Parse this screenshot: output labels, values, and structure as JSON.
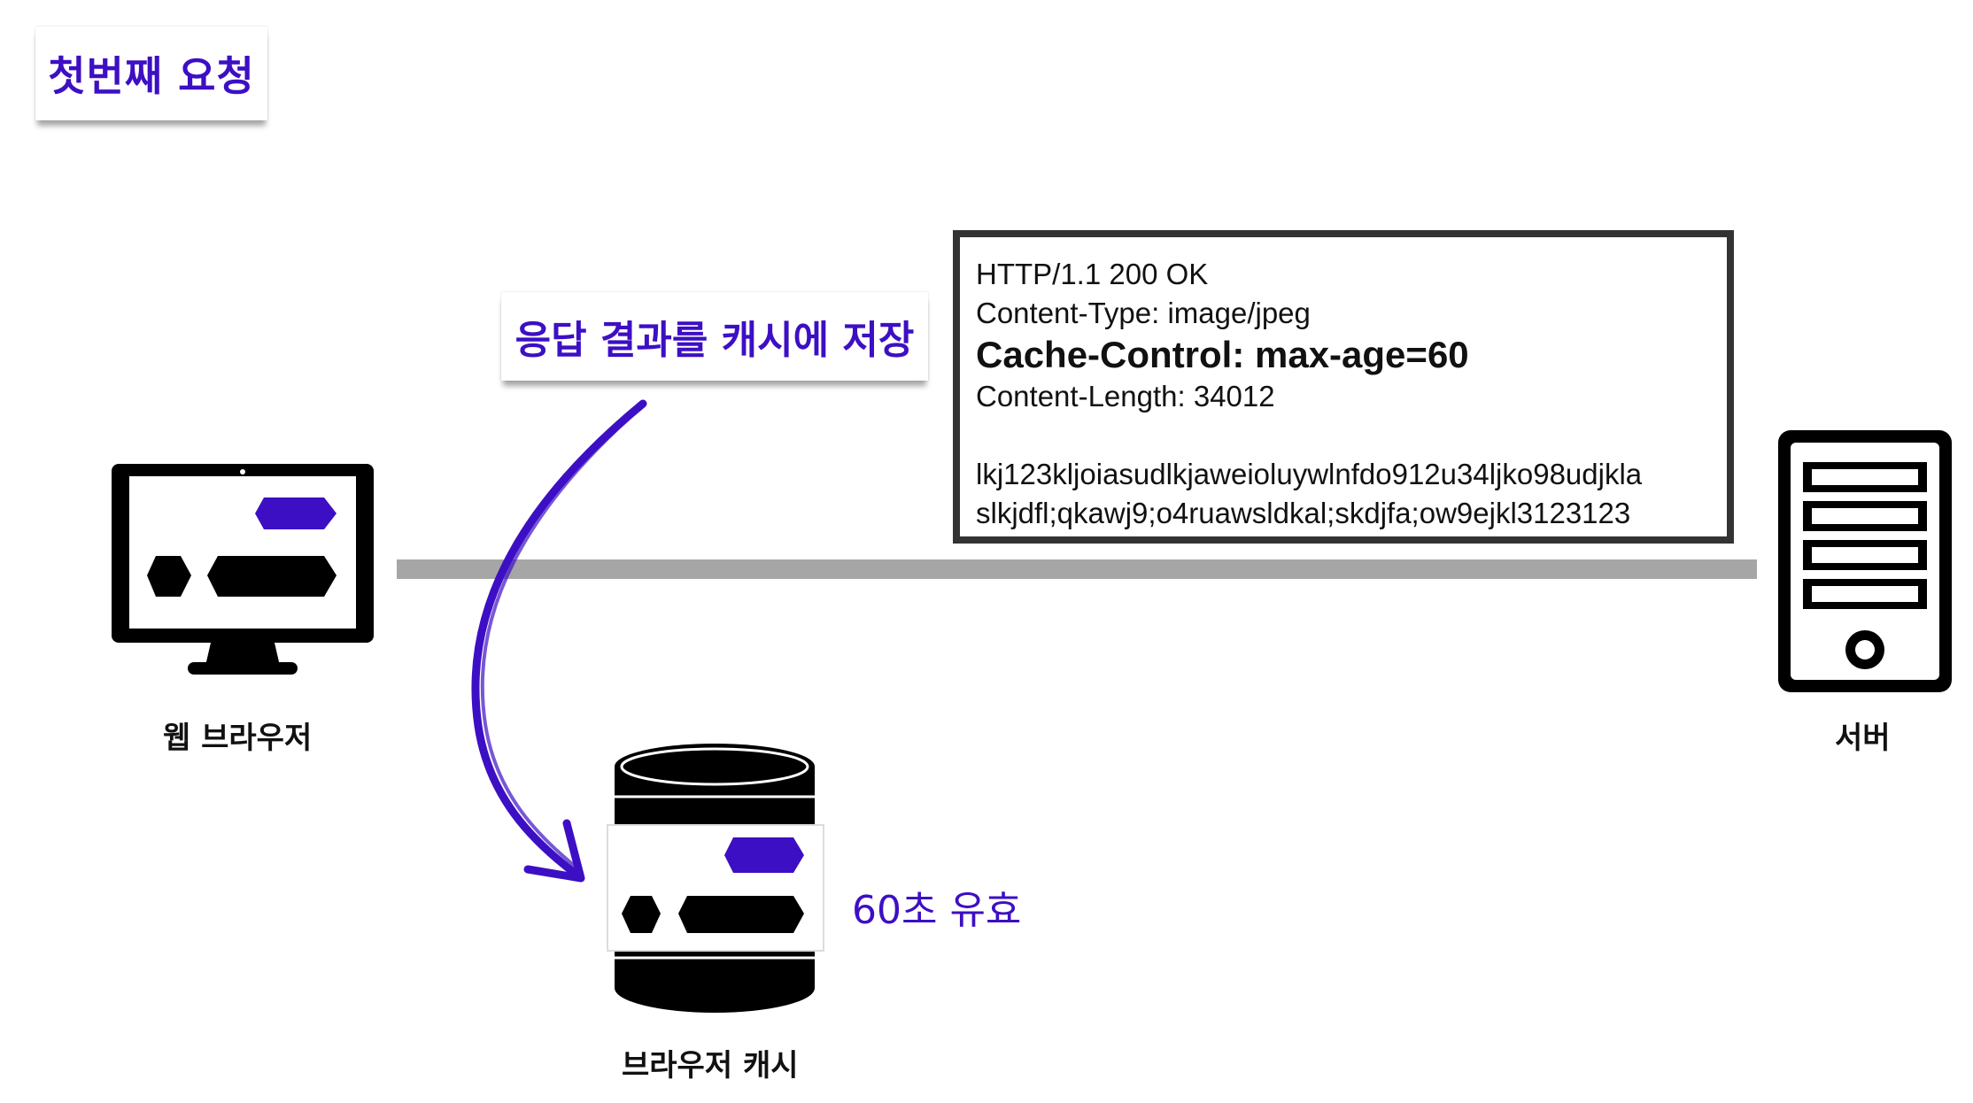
{
  "title": "첫번째 요청",
  "note": "응답 결과를 캐시에 저장",
  "http_response": {
    "status_line": "HTTP/1.1 200 OK",
    "content_type": "Content-Type: image/jpeg",
    "cache_control": "Cache-Control: max-age=60",
    "content_length": "Content-Length: 34012",
    "body_line1": "lkj123kljoiasudlkjaweioluywlnfdo912u34ljko98udjkla",
    "body_line2": "slkjdfl;qkawj9;o4ruawsldkal;skdjfa;ow9ejkl3123123"
  },
  "nodes": {
    "browser_label": "웹 브라우저",
    "server_label": "서버",
    "cache_label": "브라우저 캐시"
  },
  "cache_validity": "60초 유효",
  "colors": {
    "accent": "#3d0fc4",
    "dark": "#000000",
    "line": "#a6a6a6",
    "box_border": "#333333"
  },
  "icons": [
    "monitor-icon",
    "server-icon",
    "database-icon",
    "curved-arrow"
  ]
}
